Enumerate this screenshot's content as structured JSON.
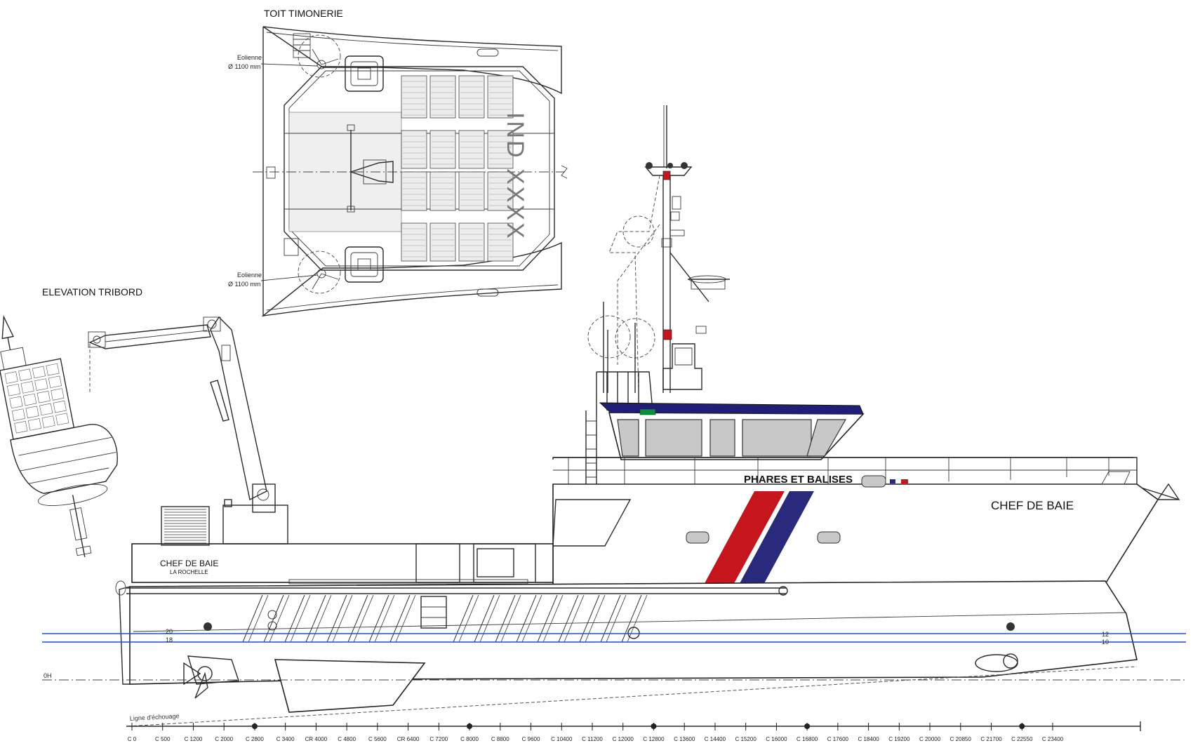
{
  "views": {
    "roof_title": "TOIT TIMONERIE",
    "elevation_title": "ELEVATION TRIBORD"
  },
  "roof": {
    "wind_turbine_label": "Eolienne",
    "wind_turbine_diameter": "Ø 1100 mm",
    "registration": "IND XXXX"
  },
  "vessel": {
    "service_name": "PHARES ET BALISES",
    "bow_name": "CHEF DE BAIE",
    "stern_name": "CHEF DE BAIE",
    "home_port": "LA ROCHELLE"
  },
  "draft_marks": {
    "aft_upper": "20",
    "aft_lower": "18",
    "fwd_upper": "12",
    "fwd_lower": "10"
  },
  "reference": {
    "baseline": "0H",
    "grounding_line": "Ligne d'échouage"
  },
  "frames": [
    "C 0",
    "C 500",
    "C 1200",
    "C 2000",
    "C 2800",
    "C 3400",
    "CR 4000",
    "C 4800",
    "C 5600",
    "CR 6400",
    "C 7200",
    "C 8000",
    "C 8800",
    "C 9600",
    "C 10400",
    "C 11200",
    "C 12000",
    "C 12800",
    "C 13600",
    "C 14400",
    "C 15200",
    "C 16000",
    "C 16800",
    "C 17600",
    "C 18400",
    "C 19200",
    "C 20000",
    "C 20850",
    "C 21700",
    "C 22550",
    "C 23400"
  ],
  "colors": {
    "stripe_red": "#c4161c",
    "stripe_blue": "#2a2a7c",
    "roof_band": "#1f1f7a",
    "waterline": "#1a4fd6",
    "window": "#c8c8c8"
  }
}
